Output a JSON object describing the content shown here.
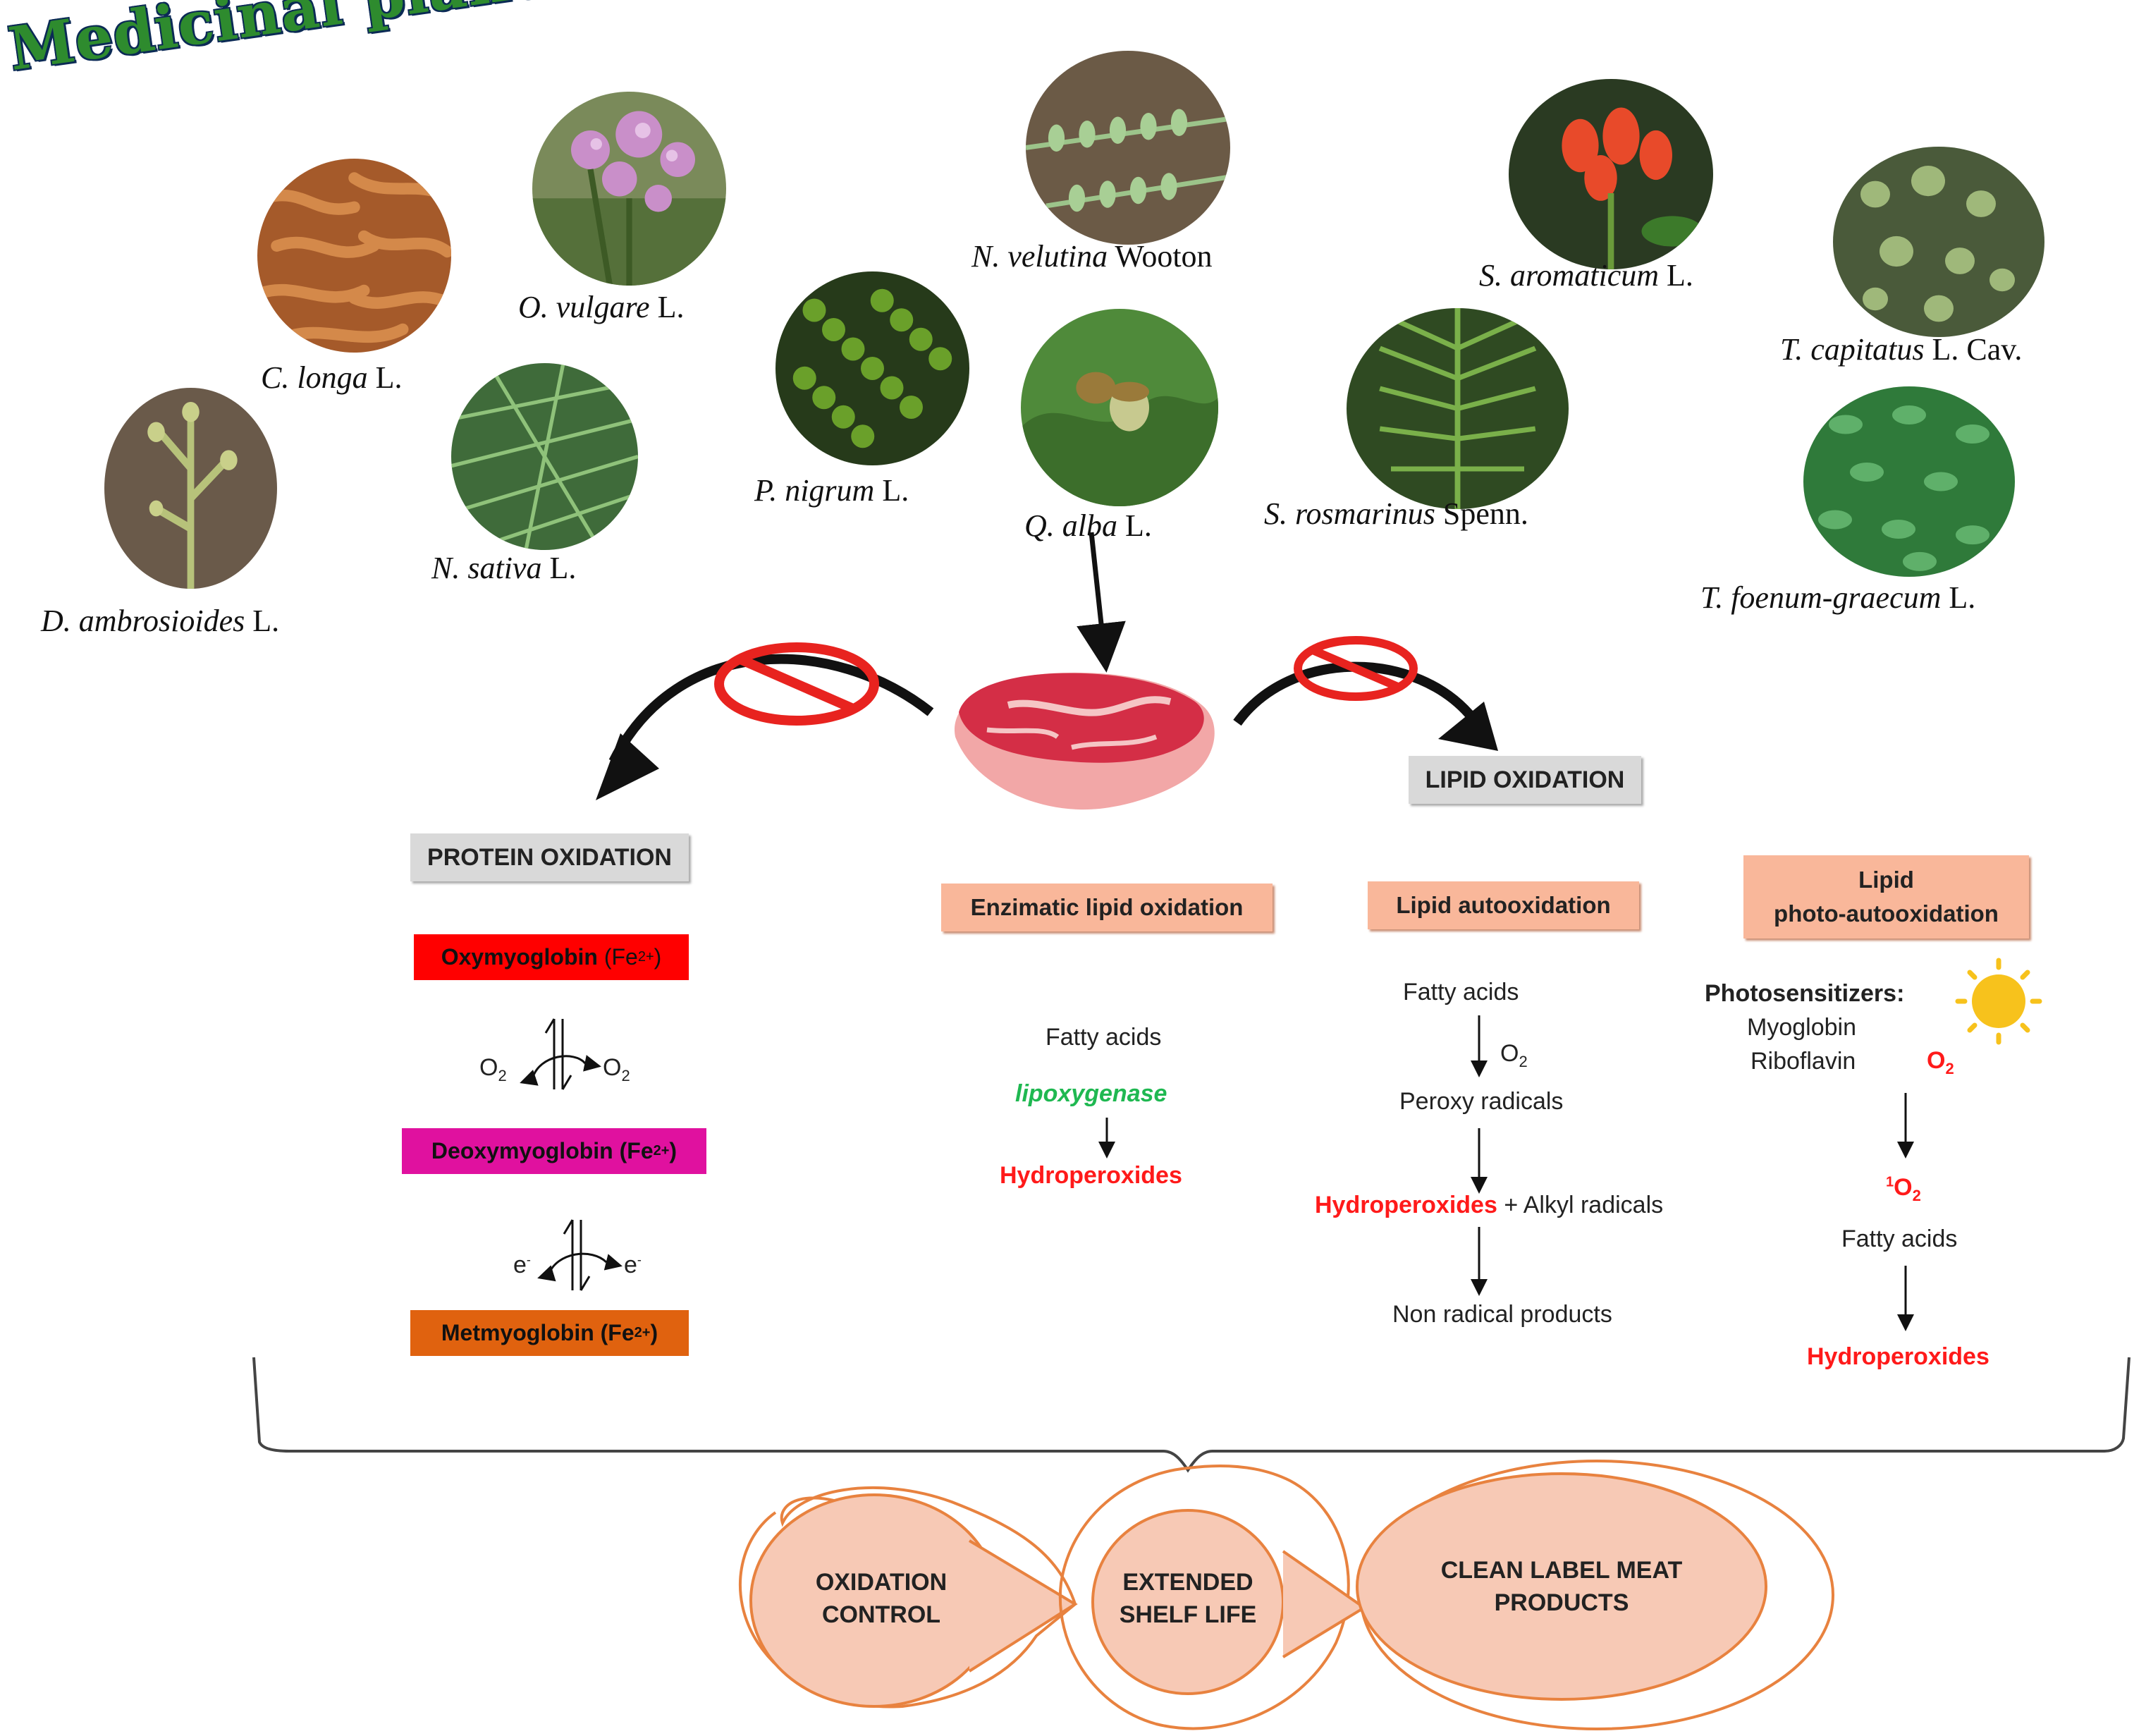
{
  "title": "Medicinal plants",
  "plants": [
    {
      "genus": "C. longa",
      "author": "L."
    },
    {
      "genus": "O. vulgare",
      "author": "L."
    },
    {
      "genus": "D. ambrosioides",
      "author": "L."
    },
    {
      "genus": "N. sativa",
      "author": "L."
    },
    {
      "genus": "P. nigrum",
      "author": "L."
    },
    {
      "genus": "N. velutina",
      "author": "Wooton"
    },
    {
      "genus": "Q. alba",
      "author": "L."
    },
    {
      "genus": "S. aromaticum",
      "author": "L."
    },
    {
      "genus": "S. rosmarinus",
      "author": "Spenn."
    },
    {
      "genus": "T. capitatus",
      "author": "L. Cav."
    },
    {
      "genus": "T. foenum-graecum",
      "author": "L."
    }
  ],
  "protein": {
    "header": "PROTEIN OXIDATION",
    "oxy": "Oxymyoglobin",
    "oxy_fe": "(Fe",
    "deoxy": "Deoxymyoglobin (Fe",
    "met": "Metmyoglobin (Fe",
    "charge": "2+",
    "close": ")",
    "o2": "O",
    "two": "2",
    "e": "e"
  },
  "lipid": {
    "header": "LIPID OXIDATION",
    "enzimatic": {
      "header": "Enzimatic lipid oxidation",
      "fatty": "Fatty acids",
      "enzyme": "lipoxygenase",
      "product": "Hydroperoxides"
    },
    "auto": {
      "header": "Lipid autooxidation",
      "fatty": "Fatty acids",
      "o2": "O",
      "peroxy": "Peroxy radicals",
      "hydro": "Hydroperoxides",
      "alkyl": "+ Alkyl radicals",
      "nonrad": "Non radical products"
    },
    "photo": {
      "header_1": "Lipid",
      "header_2": "photo-autooxidation",
      "photosens": "Photosensitizers:",
      "myo": "Myoglobin",
      "ribo": "Riboflavin",
      "o2": "O",
      "singlet": "1",
      "fatty": "Fatty acids",
      "product": "Hydroperoxides"
    }
  },
  "outcomes": [
    {
      "l1": "OXIDATION",
      "l2": "CONTROL"
    },
    {
      "l1": "EXTENDED",
      "l2": "SHELF LIFE"
    },
    {
      "l1": "CLEAN LABEL MEAT",
      "l2": "PRODUCTS"
    }
  ],
  "colors": {
    "red_box": "#ff0000",
    "magenta_box": "#e0119f",
    "orange_box": "#e0620f",
    "salmon": "#f9b79a",
    "outcome_fill": "#f7c9b5",
    "outcome_stroke": "#e8823f",
    "prohibit": "#e8231f"
  }
}
